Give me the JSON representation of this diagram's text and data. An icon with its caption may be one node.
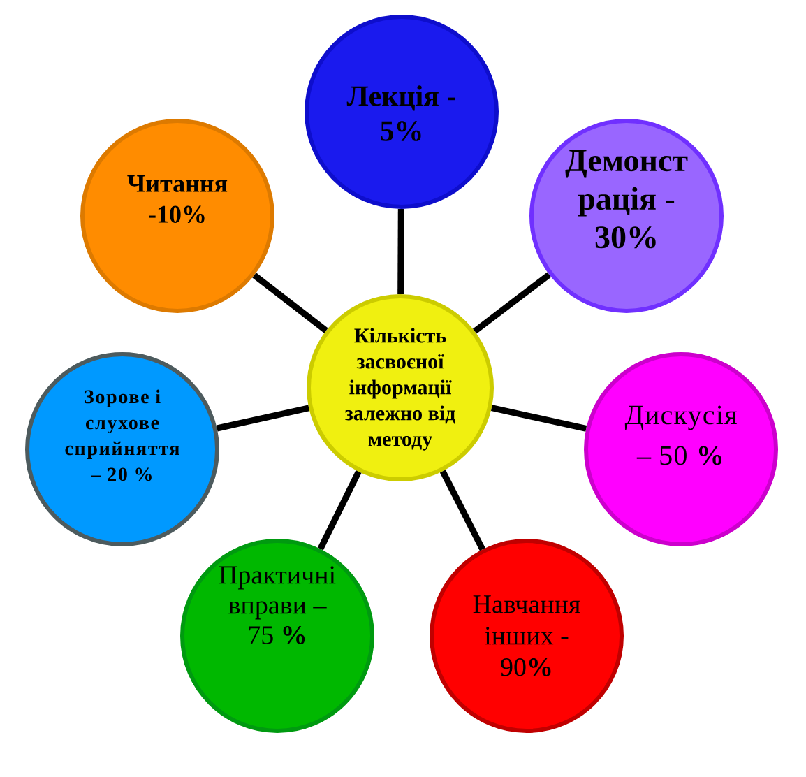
{
  "diagram": {
    "nodes": [
      {
        "text": [
          "Лекція - 5%"
        ]
      },
      {
        "text": [
          "Читання -10%"
        ]
      },
      {
        "text": [
          "Демонст рація - 30%"
        ]
      },
      {
        "text": [
          "Кількість засвоєної інформації залежно від методу"
        ]
      },
      {
        "text": [
          "Зорове і слухове сприйняття – 20 %"
        ]
      },
      {
        "text": [
          "Дискусія – 50 **%**"
        ]
      },
      {
        "text": [
          "Практичні вправи – 75 **%**"
        ]
      },
      {
        "text": [
          "Навчання інших - 90**%**"
        ]
      }
    ],
    "edges": [
      {
        "from": 3,
        "to": 0,
        "arrow": "none"
      },
      {
        "from": 3,
        "to": 1,
        "arrow": "none"
      },
      {
        "from": 3,
        "to": 2,
        "arrow": "none"
      },
      {
        "from": 3,
        "to": 4,
        "arrow": "none"
      },
      {
        "from": 3,
        "to": 5,
        "arrow": "none"
      },
      {
        "from": 3,
        "to": 6,
        "arrow": "none"
      },
      {
        "from": 3,
        "to": 7,
        "arrow": "none"
      }
    ]
  }
}
